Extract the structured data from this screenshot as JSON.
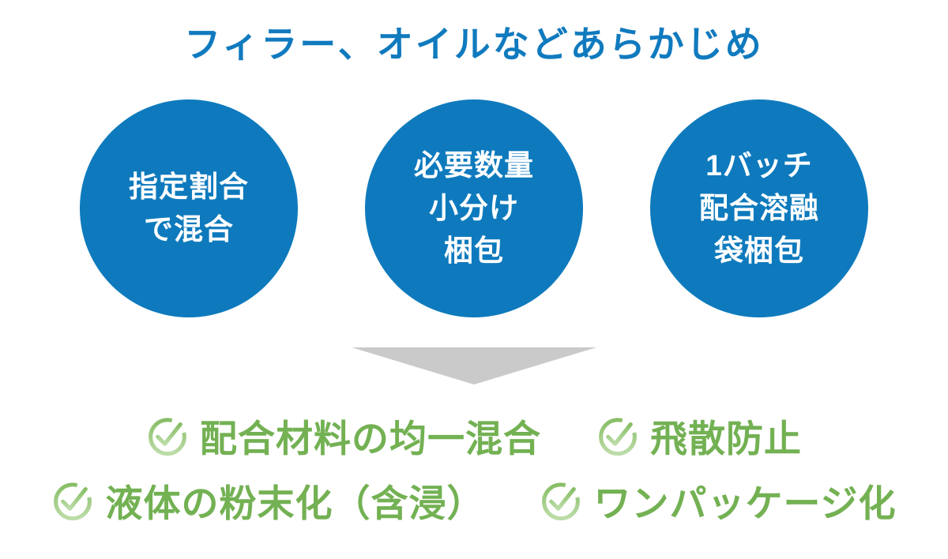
{
  "title": "フィラー、オイルなどあらかじめ",
  "colors": {
    "blue": "#107abe",
    "circle_blue": "#0e7abd",
    "green_text": "#73b153",
    "icon_green_dark": "#87be66",
    "icon_green_light": "#bcdca8",
    "arrow_gray": "#cacaca",
    "background": "#ffffff"
  },
  "circles": [
    {
      "lines": [
        "指定割合",
        "で混合"
      ]
    },
    {
      "lines": [
        "必要数量",
        "小分け",
        "梱包"
      ]
    },
    {
      "lines": [
        "1バッチ",
        "配合溶融",
        "袋梱包"
      ]
    }
  ],
  "arrow": {
    "icon": "down-arrow"
  },
  "benefits": {
    "icon": "check-circle-icon",
    "rows": [
      [
        {
          "label": "配合材料の均一混合"
        },
        {
          "label": "飛散防止"
        }
      ],
      [
        {
          "label": "液体の粉末化（含浸）"
        },
        {
          "label": "ワンパッケージ化"
        }
      ]
    ]
  }
}
